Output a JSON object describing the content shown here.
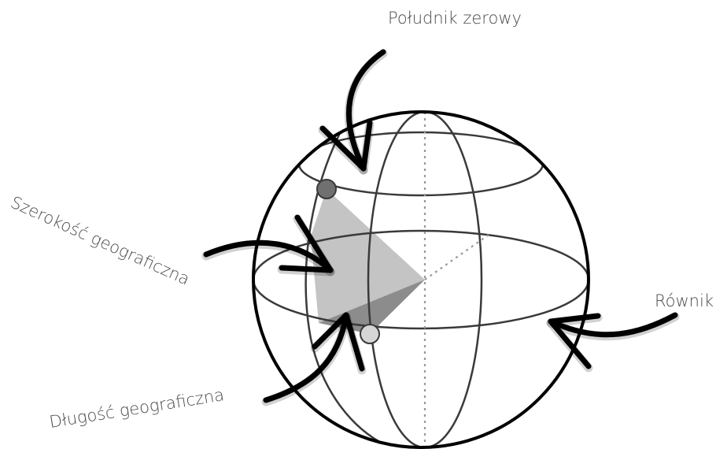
{
  "labels": {
    "prime_meridian": "Południk zerowy",
    "latitude": "Szerokość geograficzna",
    "equator": "Równik",
    "longitude": "Długość geograficzna"
  },
  "colors": {
    "background": "#ffffff",
    "outline": "#000000",
    "grid_line": "#3a3a3a",
    "wedge_light": "#c4c4c4",
    "wedge_dark": "#8c8c8c",
    "point_dark": "#707070",
    "point_light": "#d6d6d6",
    "label_text": "#4a4a4a"
  }
}
